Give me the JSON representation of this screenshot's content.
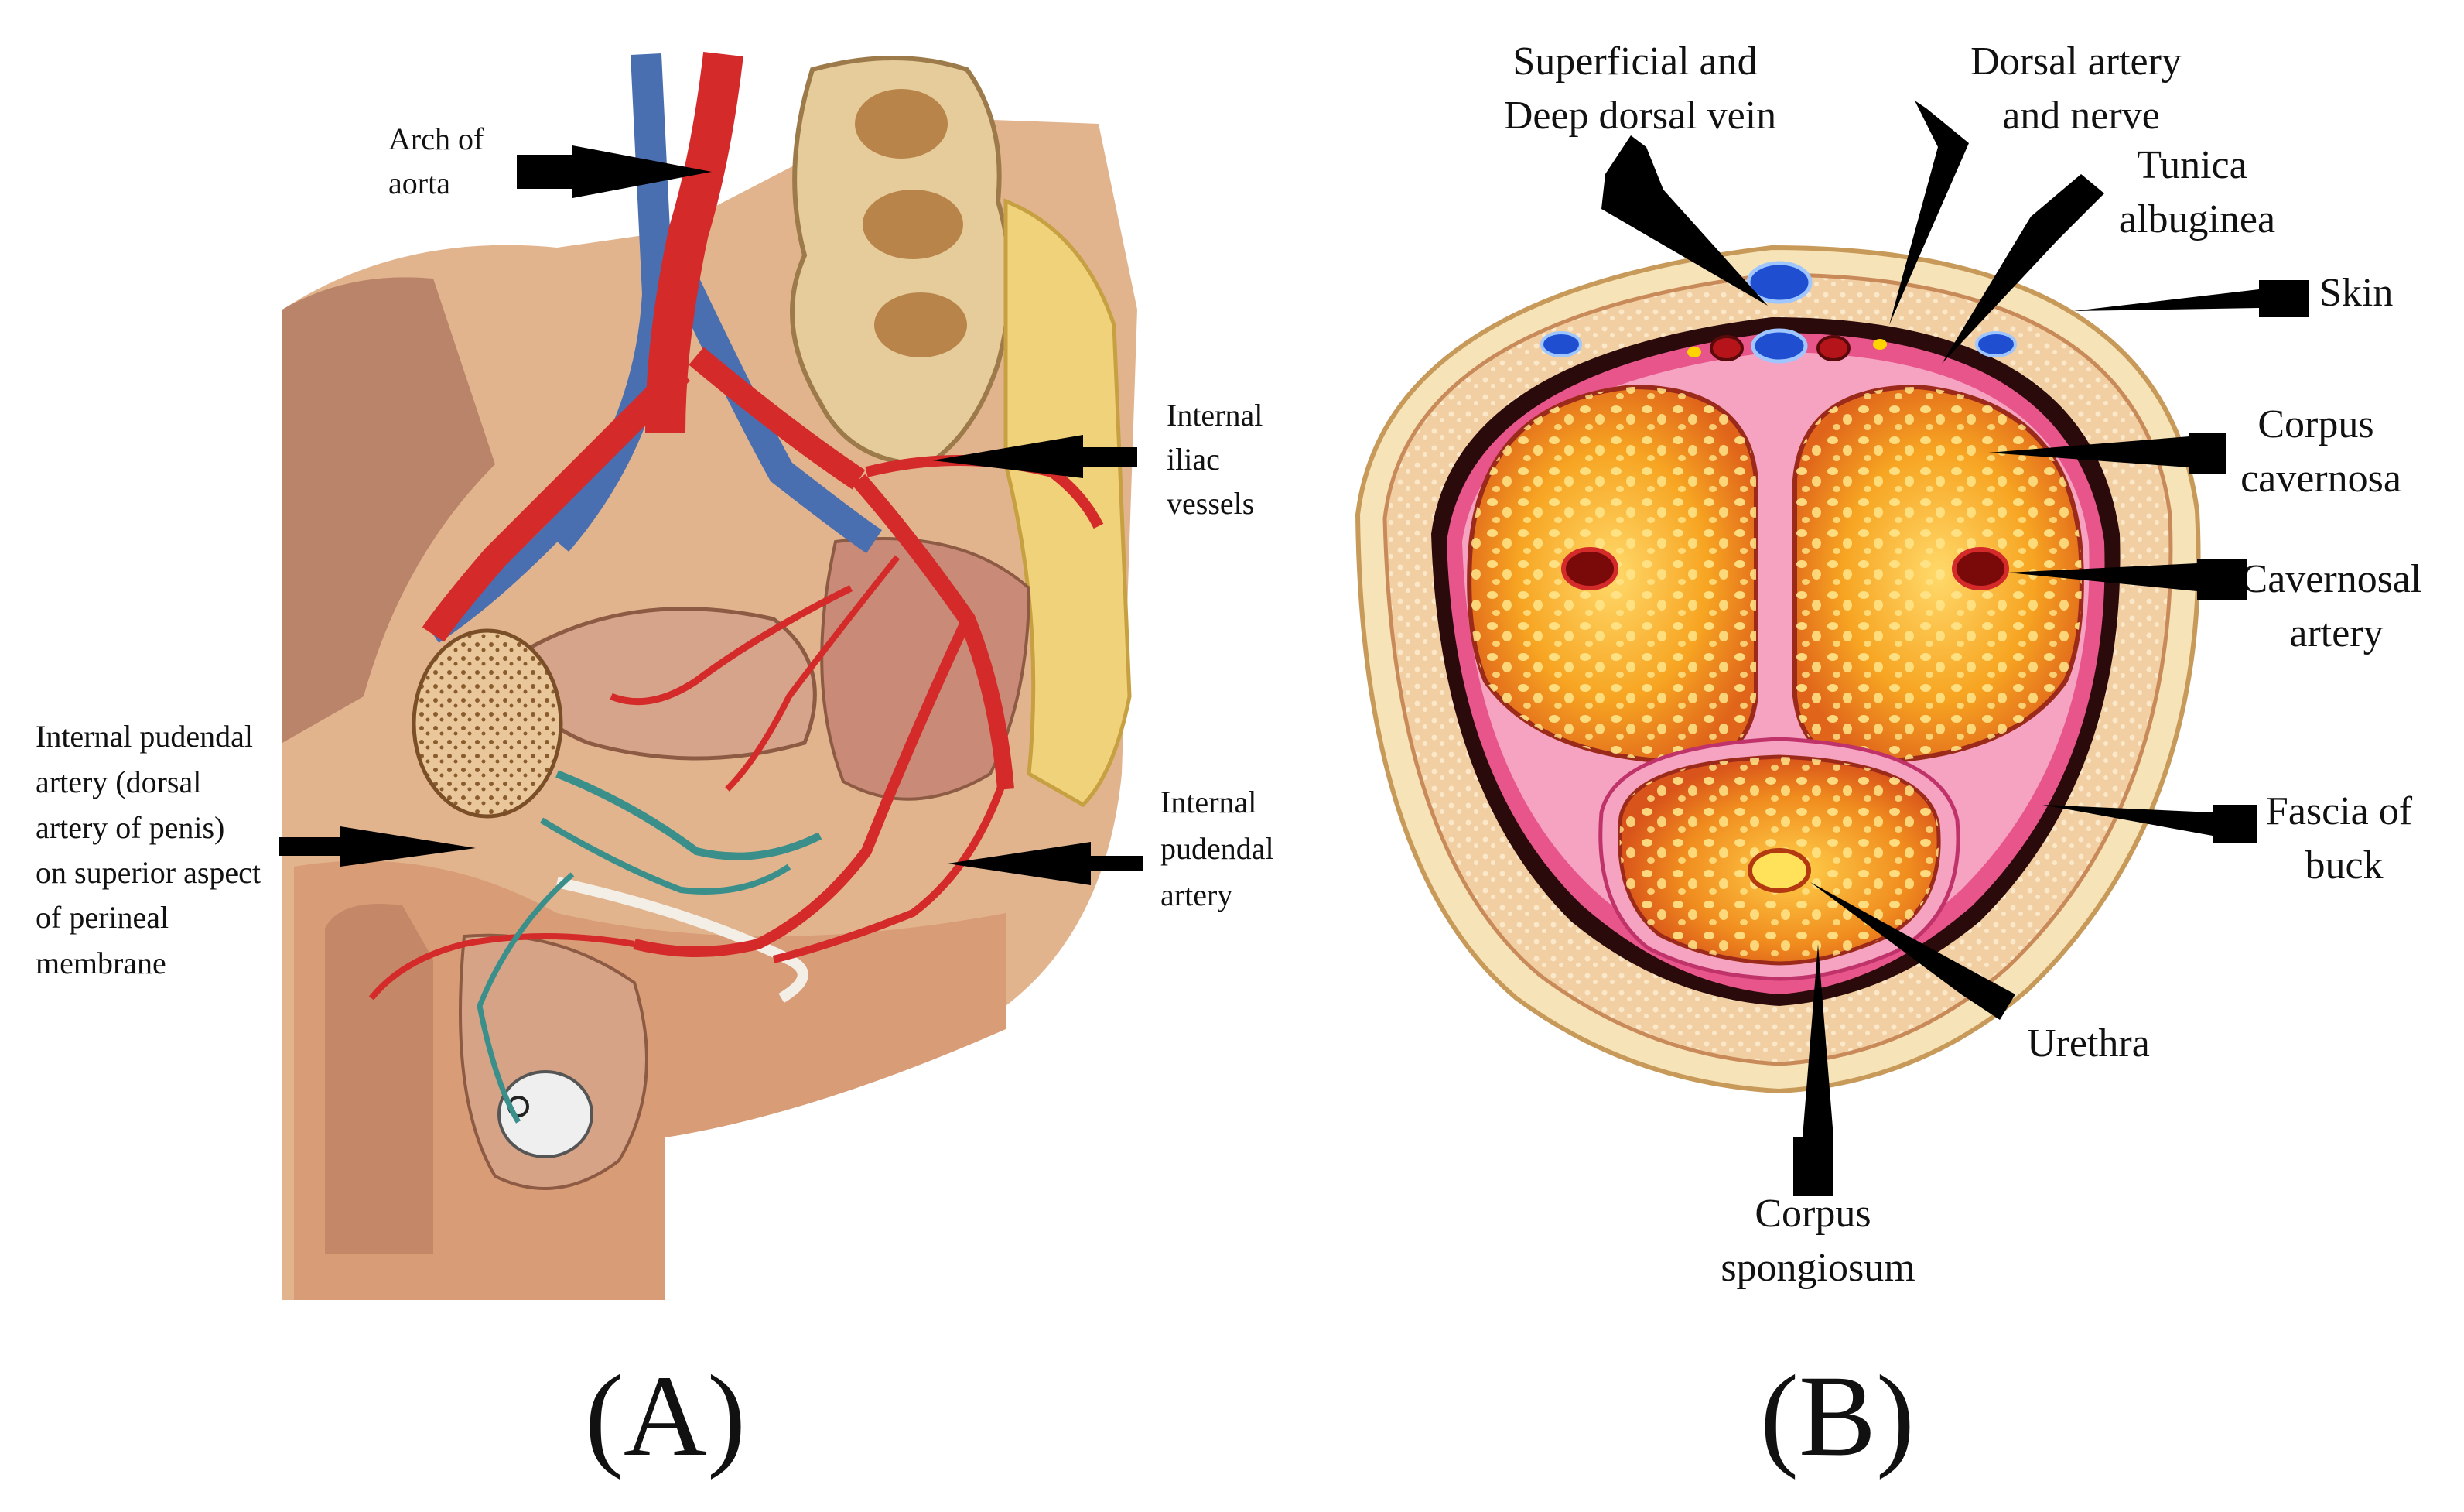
{
  "panels": {
    "a": {
      "letter": "(A)",
      "labels": {
        "arch_of_aorta": [
          "Arch of",
          "aorta"
        ],
        "internal_iliac_vessels": [
          "Internal",
          "iliac",
          "vessels"
        ],
        "internal_pudendal_artery_dorsal": [
          "Internal pudendal",
          "artery (dorsal",
          "artery of penis)",
          "on superior aspect",
          "of perineal",
          "membrane"
        ],
        "internal_pudendal_artery": [
          "Internal",
          "pudendal",
          "artery"
        ]
      }
    },
    "b": {
      "letter": "(B)",
      "labels": {
        "superficial_deep_dorsal_vein": [
          "Superficial and",
          "Deep dorsal vein"
        ],
        "dorsal_artery_nerve": [
          "Dorsal artery",
          "and nerve"
        ],
        "tunica_albuginea": [
          "Tunica",
          "albuginea"
        ],
        "skin": [
          "Skin"
        ],
        "corpus_cavernosa": [
          "Corpus",
          "cavernosa"
        ],
        "cavernosal_artery": [
          "Cavernosal",
          "artery"
        ],
        "fascia_of_buck": [
          "Fascia of",
          "buck"
        ],
        "urethra": [
          "Urethra"
        ],
        "corpus_spongiosum": [
          "Corpus",
          "spongiosum"
        ]
      }
    }
  },
  "colors": {
    "artery": "#d42a2a",
    "vein": "#4a6fb0",
    "nerve_teal": "#3a8f8a",
    "skin_tone": "#d9a27c",
    "spongy": "#f6a019",
    "tunica": "#e8558a",
    "deep_vein": "#1f4fd0"
  }
}
